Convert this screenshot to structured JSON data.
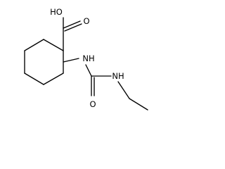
{
  "molecule": {
    "atoms": {
      "hydroxyl": "HO",
      "carbonyl_oxygen_acid": "O",
      "amide_nitrogen_ring": "NH",
      "urea_oxygen": "O",
      "urea_nitrogen_ethyl": "NH"
    },
    "colors": {
      "bond": "#000000",
      "label": "#000000",
      "background": "#ffffff"
    }
  }
}
